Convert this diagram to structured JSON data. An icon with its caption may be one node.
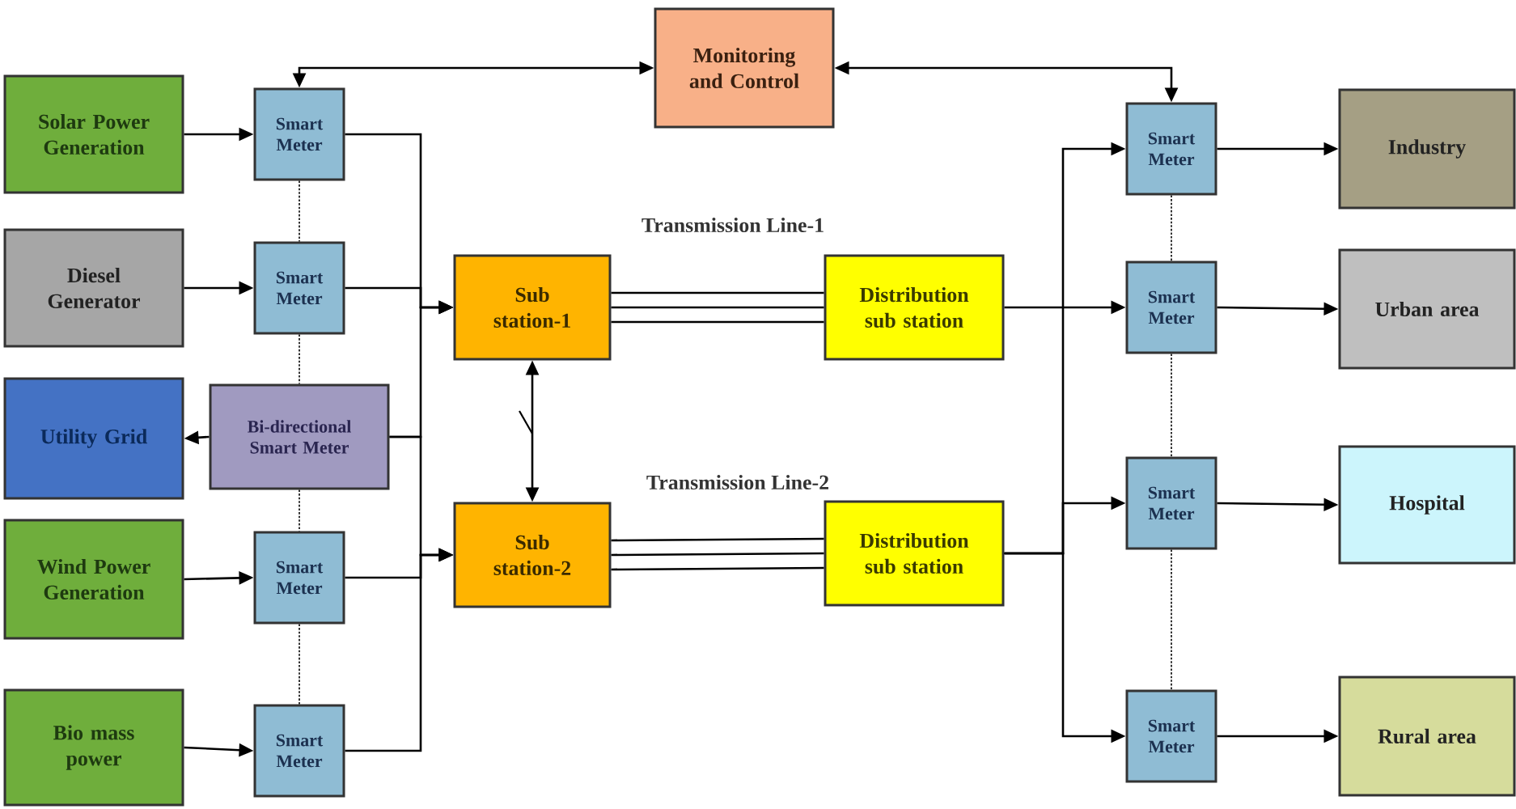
{
  "diagram": {
    "nodes": [
      {
        "text": [
          "Solar Power Generation"
        ]
      },
      {
        "text": [
          "Diesel Generator"
        ]
      },
      {
        "text": [
          "Utility Grid"
        ]
      },
      {
        "text": [
          "Wind Power Generation"
        ]
      },
      {
        "text": [
          "Bio mass power"
        ]
      },
      {
        "text": [
          "Smart Meter"
        ]
      },
      {
        "text": [
          "Smart Meter"
        ]
      },
      {
        "text": [
          "Bi-directional Smart Meter"
        ]
      },
      {
        "text": [
          "Smart Meter"
        ]
      },
      {
        "text": [
          "Smart Meter"
        ]
      },
      {
        "text": [
          "Monitoring and Control"
        ]
      },
      {
        "text": [
          "Sub station-1"
        ]
      },
      {
        "text": [
          "Sub station-2"
        ]
      },
      {
        "text": [
          "Distribution sub station"
        ]
      },
      {
        "text": [
          "Distribution sub station"
        ]
      },
      {
        "text": [
          "Smart Meter"
        ]
      },
      {
        "text": [
          "Smart Meter"
        ]
      },
      {
        "text": [
          "Smart Meter"
        ]
      },
      {
        "text": [
          "Smart Meter"
        ]
      },
      {
        "text": [
          "Industry"
        ]
      },
      {
        "text": [
          "Urban area"
        ]
      },
      {
        "text": [
          "Hospital"
        ]
      },
      {
        "text": [
          "Rural area"
        ]
      }
    ],
    "edges": [
      {
        "from": 0,
        "to": 5,
        "arrow": "to"
      },
      {
        "from": 1,
        "to": 6,
        "arrow": "to"
      },
      {
        "from": 7,
        "to": 2,
        "arrow": "to"
      },
      {
        "from": 3,
        "to": 8,
        "arrow": "to"
      },
      {
        "from": 4,
        "to": 9,
        "arrow": "to"
      },
      {
        "from": 10,
        "to": 5,
        "arrow": "both"
      },
      {
        "from": 10,
        "to": 15,
        "arrow": "both"
      },
      {
        "from": 5,
        "to": 11,
        "arrow": "to"
      },
      {
        "from": 6,
        "to": 11,
        "arrow": "to"
      },
      {
        "from": 7,
        "to": 11,
        "arrow": "to"
      },
      {
        "from": 7,
        "to": 12,
        "arrow": "to"
      },
      {
        "from": 8,
        "to": 12,
        "arrow": "to"
      },
      {
        "from": 9,
        "to": 12,
        "arrow": "to"
      },
      {
        "from": 11,
        "to": 12,
        "arrow": "both"
      },
      {
        "from": 11,
        "to": 13,
        "arrow": "none",
        "label": "Transmission Line-1"
      },
      {
        "from": 12,
        "to": 14,
        "arrow": "none",
        "label": "Transmission Line-2"
      },
      {
        "from": 13,
        "to": 16,
        "arrow": "to"
      },
      {
        "from": 14,
        "to": 15,
        "arrow": "to"
      },
      {
        "from": 14,
        "to": 17,
        "arrow": "to"
      },
      {
        "from": 14,
        "to": 18,
        "arrow": "to"
      },
      {
        "from": 15,
        "to": 19,
        "arrow": "to"
      },
      {
        "from": 16,
        "to": 20,
        "arrow": "to"
      },
      {
        "from": 17,
        "to": 21,
        "arrow": "to"
      },
      {
        "from": 18,
        "to": 22,
        "arrow": "to"
      },
      {
        "from": 5,
        "to": 6,
        "arrow": "none",
        "style": "dashed"
      },
      {
        "from": 6,
        "to": 7,
        "arrow": "none",
        "style": "dashed"
      },
      {
        "from": 7,
        "to": 8,
        "arrow": "none",
        "style": "dashed"
      },
      {
        "from": 8,
        "to": 9,
        "arrow": "none",
        "style": "dashed"
      },
      {
        "from": 15,
        "to": 16,
        "arrow": "none",
        "style": "dashed"
      },
      {
        "from": 16,
        "to": 17,
        "arrow": "none",
        "style": "dashed"
      },
      {
        "from": 17,
        "to": 18,
        "arrow": "none",
        "style": "dashed"
      }
    ]
  }
}
